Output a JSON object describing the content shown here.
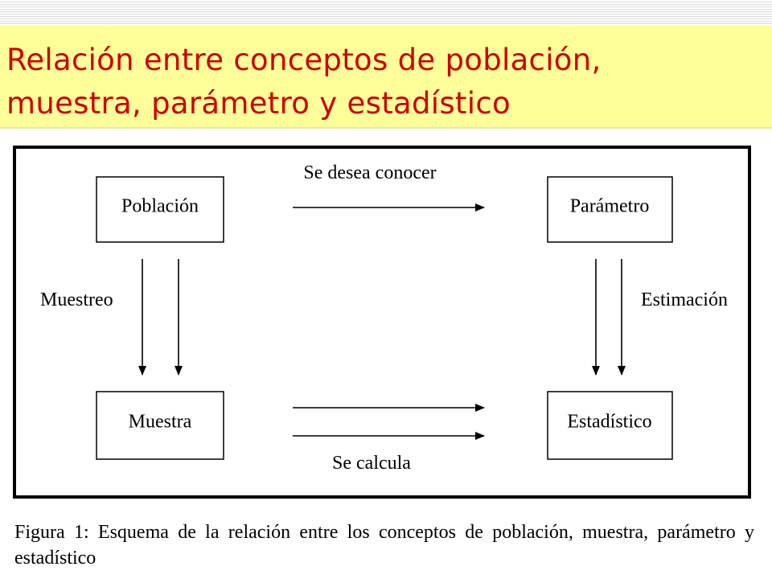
{
  "slide": {
    "title_line1": "Relación entre conceptos de población,",
    "title_line2": "muestra, parámetro y estadístico"
  },
  "diagram": {
    "nodes": {
      "poblacion": "Población",
      "parametro": "Parámetro",
      "muestra": "Muestra",
      "estadistico": "Estadístico"
    },
    "edge_labels": {
      "se_desea_conocer": "Se desea conocer",
      "muestreo": "Muestreo",
      "estimacion": "Estimación",
      "se_calcula": "Se calcula"
    }
  },
  "caption": "Figura 1: Esquema de la relación entre los conceptos de población, muestra, parámetro y estadístico"
}
